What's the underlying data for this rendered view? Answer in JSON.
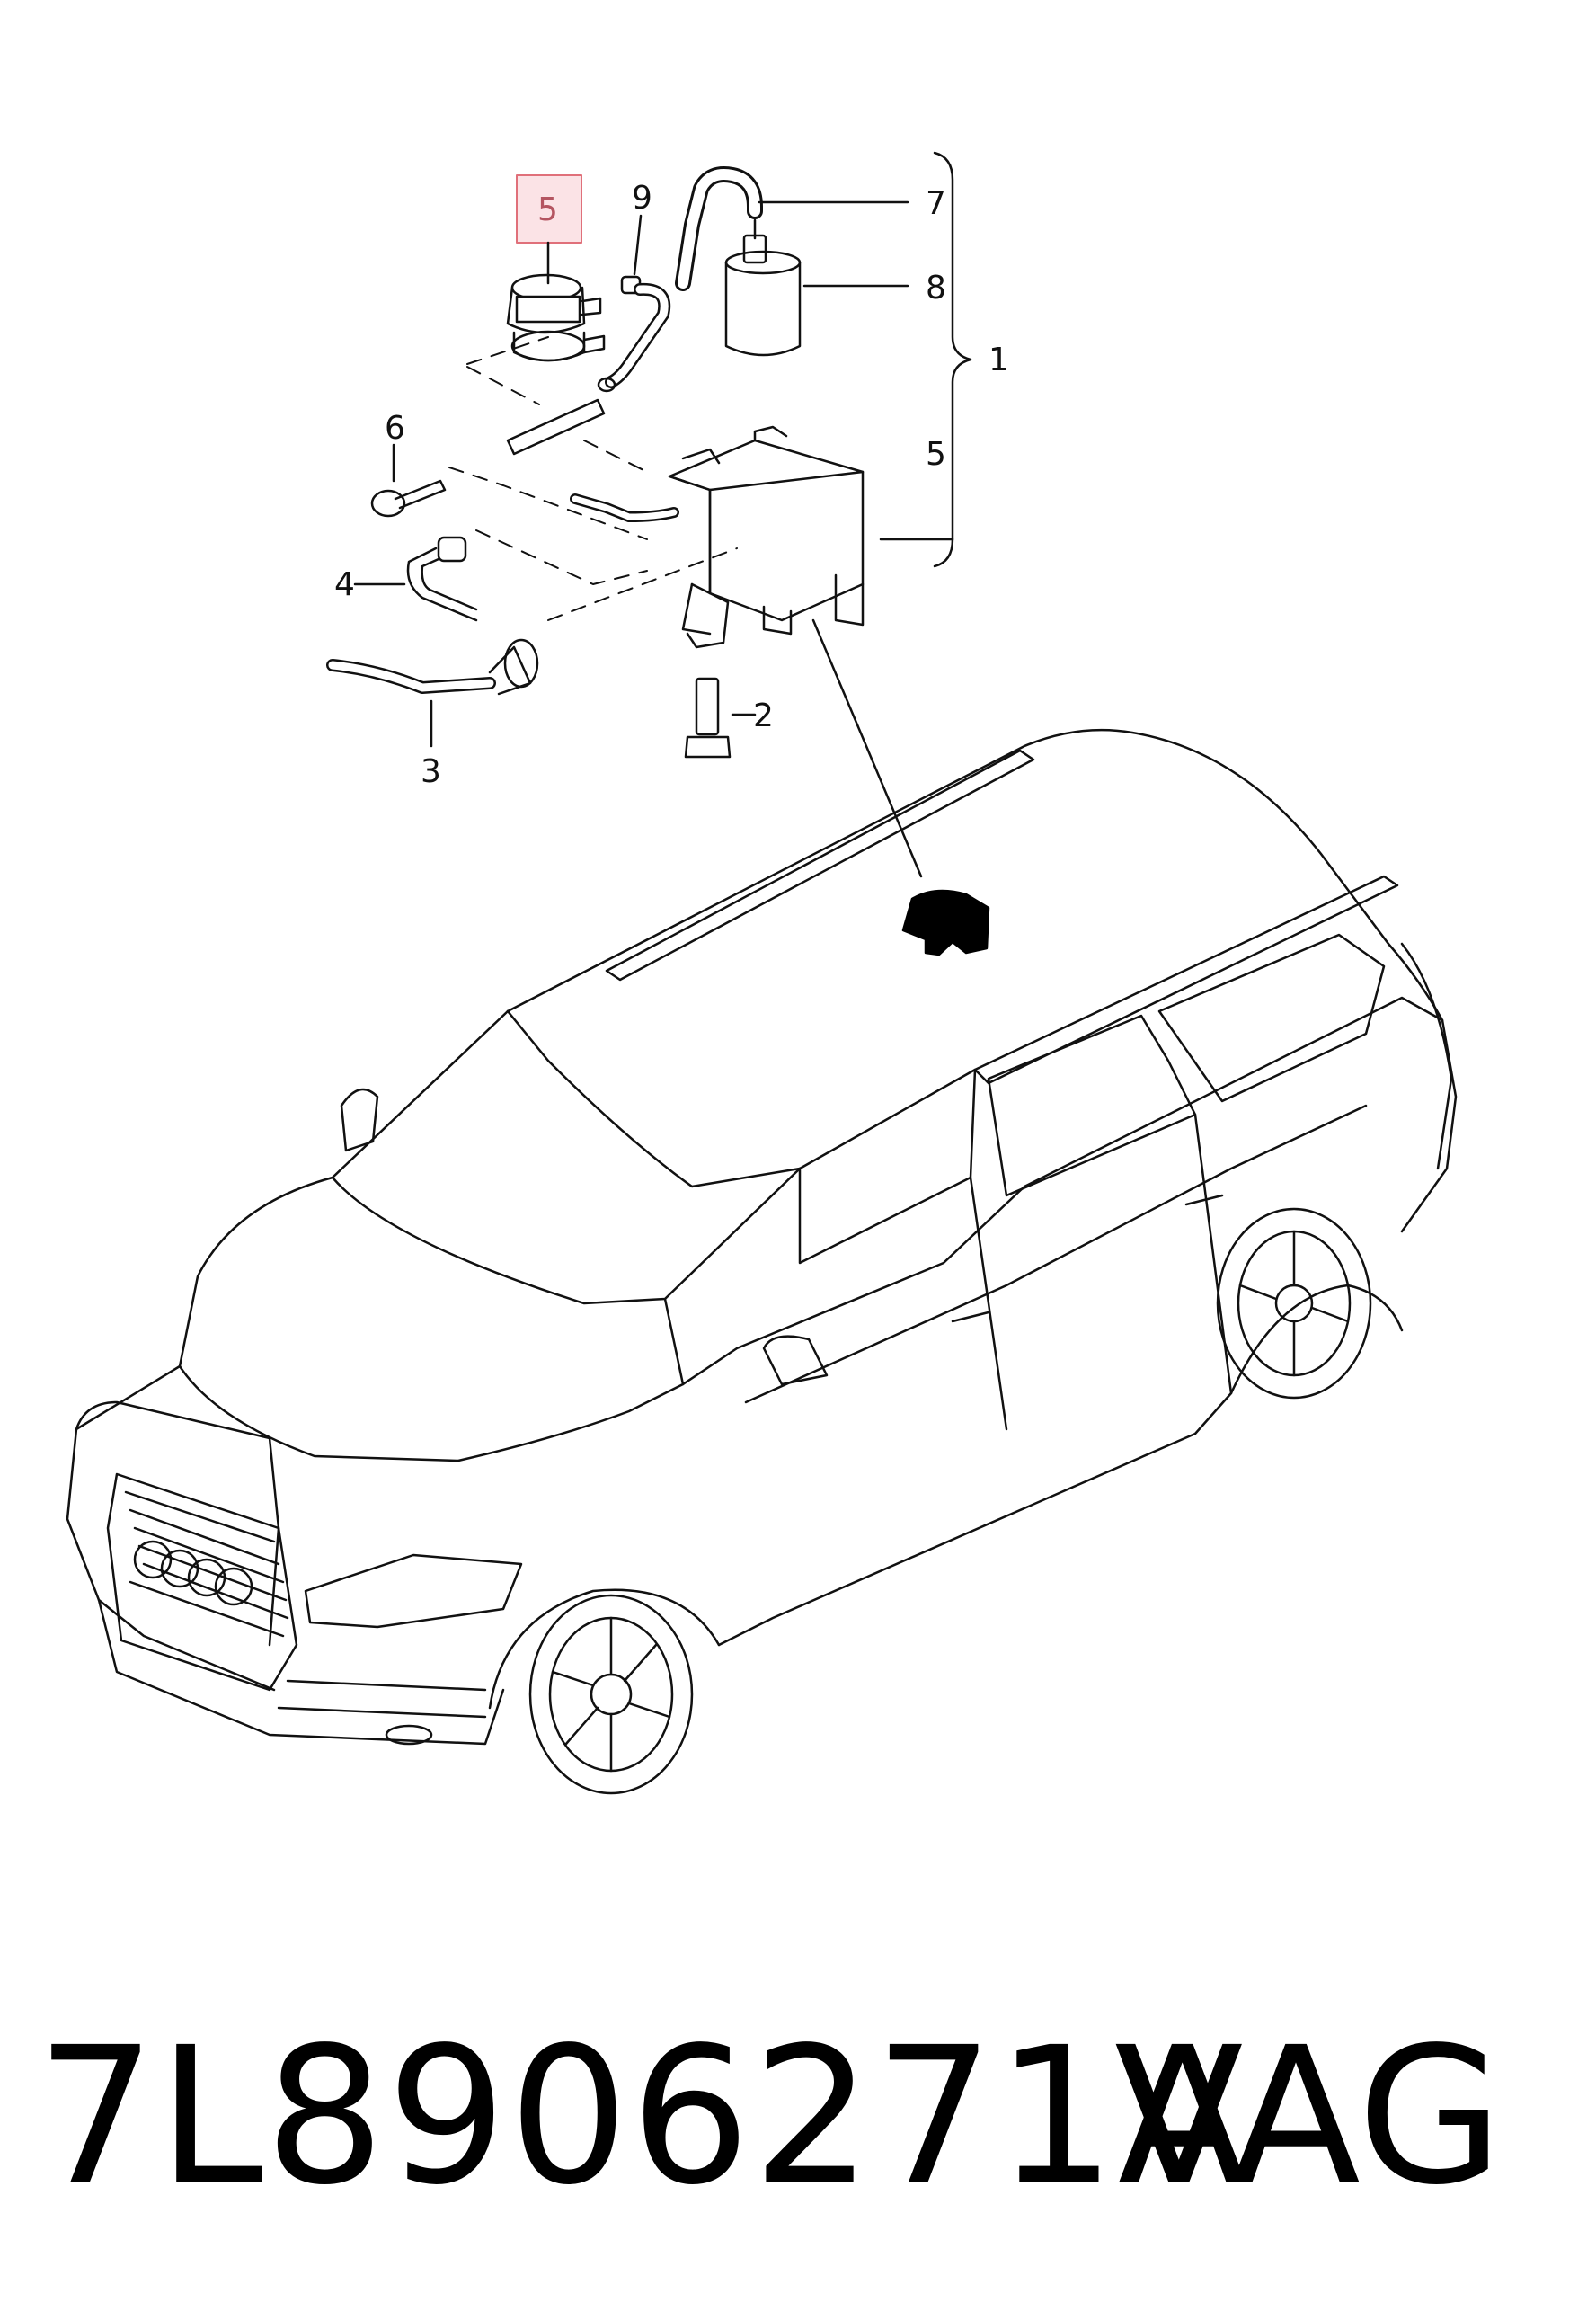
{
  "callouts": {
    "c1": "1",
    "c2": "2",
    "c3": "3",
    "c4": "4",
    "c5_highlight": "5",
    "c5_bracket": "5",
    "c6": "6",
    "c7": "7",
    "c8": "8",
    "c9": "9"
  },
  "footer": {
    "part_number": "7L8906271A",
    "maker": "VAG"
  },
  "colors": {
    "line": "#111111",
    "highlight_border": "#e0707a",
    "highlight_fill": "#fbe3e6"
  }
}
